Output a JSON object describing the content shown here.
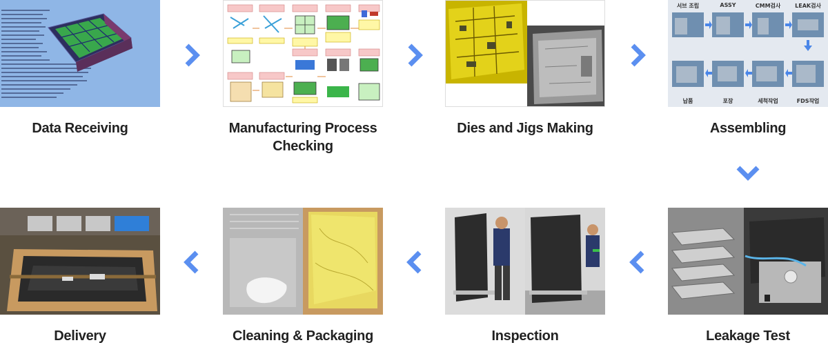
{
  "accent_color": "#5b8ff0",
  "steps": [
    {
      "label": "Data Receiving"
    },
    {
      "label": "Manufacturing Process Checking"
    },
    {
      "label": "Dies and Jigs Making"
    },
    {
      "label": "Assembling"
    },
    {
      "label": "Leakage Test"
    },
    {
      "label": "Inspection"
    },
    {
      "label": "Cleaning & Packaging"
    },
    {
      "label": "Delivery"
    }
  ],
  "assembling_panel": {
    "top_labels": [
      "서브 조립",
      "ASSY",
      "CMM검사",
      "LEAK검사"
    ],
    "bottom_labels": [
      "납품",
      "포장",
      "세척작업",
      "FDS작업"
    ]
  },
  "arrows": [
    {
      "direction": "right-arrow"
    },
    {
      "direction": "right-arrow"
    },
    {
      "direction": "right-arrow"
    },
    {
      "direction": "down-arrow"
    },
    {
      "direction": "left-arrow"
    },
    {
      "direction": "left-arrow"
    },
    {
      "direction": "left-arrow"
    }
  ]
}
